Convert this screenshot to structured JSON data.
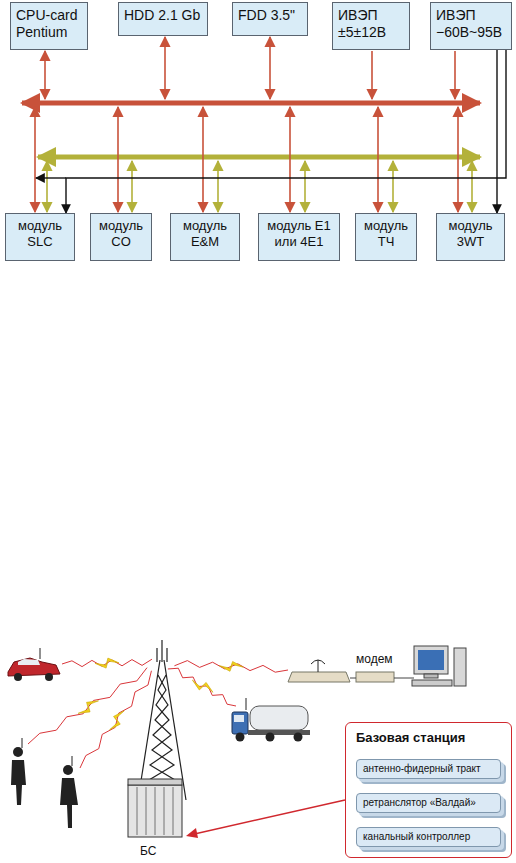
{
  "diagram": {
    "nodes": [
      {
        "text": [
          "CPU-card Pentium"
        ]
      },
      {
        "text": [
          "HDD 2.1 Gb"
        ]
      },
      {
        "text": [
          "FDD 3.5\""
        ]
      },
      {
        "text": [
          "ИВЭП ±5±12В"
        ]
      },
      {
        "text": [
          "ИВЭП −60В~95В"
        ]
      },
      {
        "text": [
          "модуль SLC"
        ]
      },
      {
        "text": [
          "модуль CO"
        ]
      },
      {
        "text": [
          "модуль E&M"
        ]
      },
      {
        "text": [
          "модуль E1 или 4E1"
        ]
      },
      {
        "text": [
          "модуль ТЧ"
        ]
      },
      {
        "text": [
          "модуль 3WT"
        ]
      },
      {
        "text": [
          "Базовая станция"
        ]
      },
      {
        "text": [
          "антенно-фидерный тракт"
        ],
        "in": 11
      },
      {
        "text": [
          "ретранслятор «Валдай»"
        ],
        "in": 11
      },
      {
        "text": [
          "канальный контроллер"
        ],
        "in": 11
      }
    ],
    "edges": [
      {
        "from": 4,
        "to": 5,
        "arrow": "to"
      },
      {
        "from": 4,
        "to": 10,
        "arrow": "to"
      }
    ],
    "labels": [
      "модем",
      "БС"
    ]
  }
}
